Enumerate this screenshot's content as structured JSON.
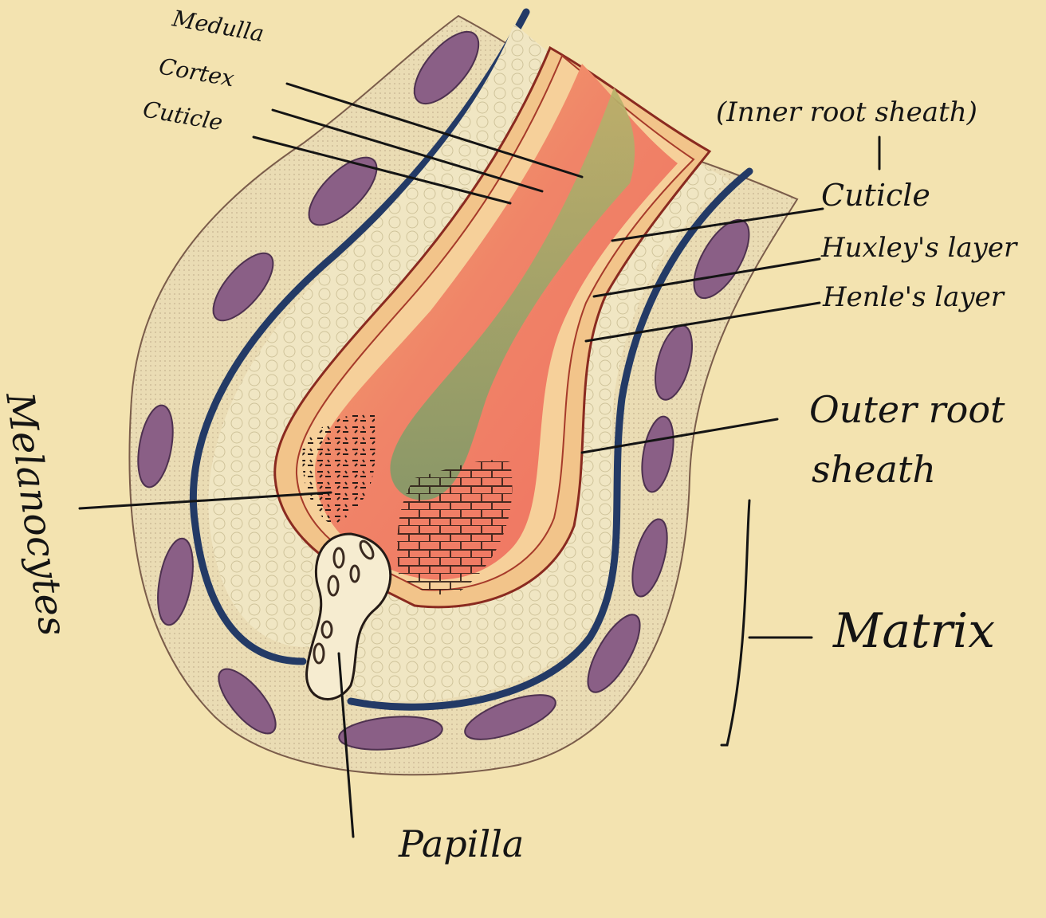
{
  "labels": {
    "medulla": "Medulla",
    "cortex": "Cortex",
    "cuticle_hair": "Cuticle",
    "inner_root_sheath": "(Inner root sheath)",
    "cuticle_irs": "Cuticle",
    "huxley": "Huxley's layer",
    "henle": "Henle's layer",
    "outer_root_sheath_1": "Outer root",
    "outer_root_sheath_2": "sheath",
    "matrix": "Matrix",
    "melanocytes": "Melanocytes",
    "papilla": "Papilla"
  },
  "colors": {
    "background": "#f3e3b0",
    "connective_tissue": "#eadcb4",
    "nucleus": "#8a5f86",
    "glassy_membrane": "#233a66",
    "outer_root_sheath": "#f0e6c3",
    "henle_layer": "#f2c48a",
    "huxley_layer": "#f6d09a",
    "hair_cortex": "#f0876a",
    "hair_medulla": "#8fa46a",
    "matrix_pigment": "#241a16",
    "papilla": "#f6ecd0",
    "leader_line": "#141414"
  }
}
